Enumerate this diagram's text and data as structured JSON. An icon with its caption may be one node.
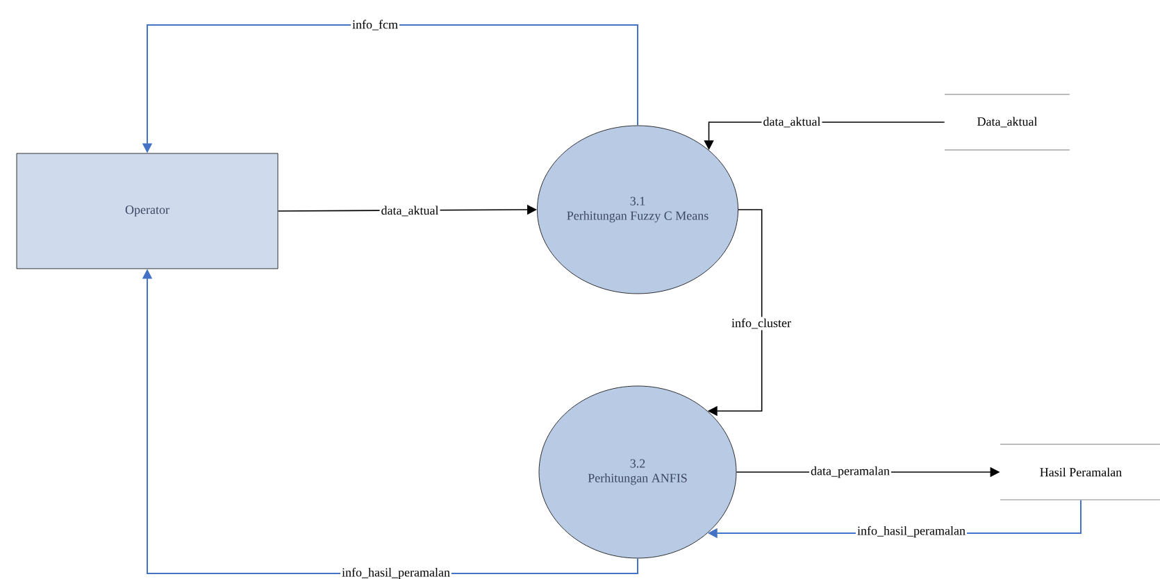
{
  "diagram": {
    "nodes": [
      {
        "text": [
          "Operator"
        ]
      },
      {
        "text": [
          "3.1",
          "Perhitungan Fuzzy C Means"
        ]
      },
      {
        "text": [
          "Data_aktual"
        ]
      },
      {
        "text": [
          "3.2",
          "Perhitungan ANFIS"
        ]
      },
      {
        "text": [
          "Hasil Peramalan"
        ]
      }
    ],
    "edges": [
      {
        "from": 1,
        "to": 0,
        "arrow": "to",
        "label": "info_fcm",
        "color": "#4472c4"
      },
      {
        "from": 0,
        "to": 1,
        "arrow": "to",
        "label": "data_aktual"
      },
      {
        "from": 2,
        "to": 1,
        "arrow": "to",
        "label": "data_aktual"
      },
      {
        "from": 1,
        "to": 3,
        "arrow": "to",
        "label": "info_cluster"
      },
      {
        "from": 3,
        "to": 4,
        "arrow": "to",
        "label": "data_peramalan"
      },
      {
        "from": 4,
        "to": 3,
        "arrow": "to",
        "label": "info_hasil_peramalan",
        "color": "#4472c4"
      },
      {
        "from": 3,
        "to": 0,
        "arrow": "to",
        "label": "info_hasil_peramalan",
        "color": "#4472c4"
      }
    ]
  }
}
